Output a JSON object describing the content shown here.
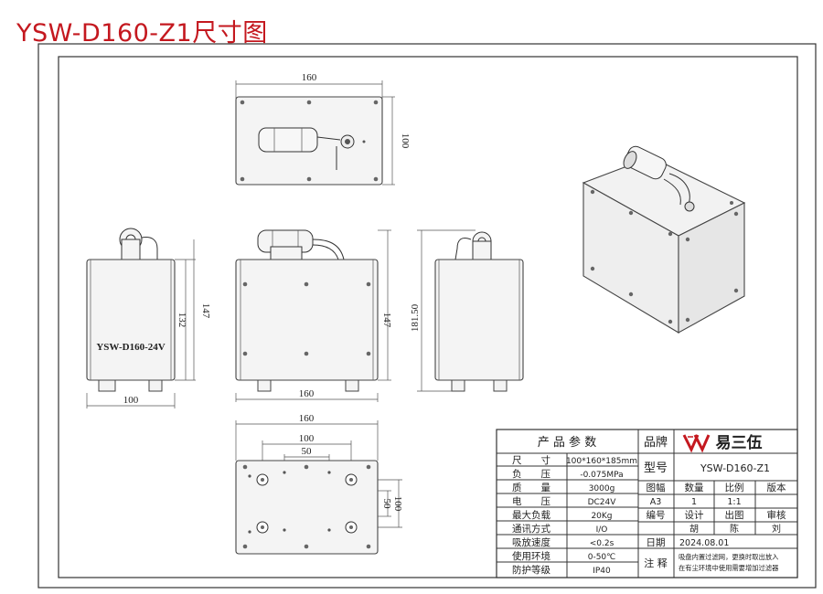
{
  "title": "YSW-D160-Z1尺寸图",
  "dimensions": {
    "top_width": "160",
    "top_height": "100",
    "side_label": "YSW-D160-24V",
    "side_height_132": "132",
    "side_height_147": "147",
    "side_width": "100",
    "front_height": "147",
    "front_width": "160",
    "right_height": "181.50",
    "bottom_width_160": "160",
    "bottom_width_100": "100",
    "bottom_width_50": "50",
    "bottom_height_100": "100",
    "bottom_height_50": "50"
  },
  "title_block": {
    "spec_header": "产 品 参 数",
    "specs": [
      {
        "label": "尺　　寸",
        "value": "100*160*185mm"
      },
      {
        "label": "负　　压",
        "value": "-0.075MPa"
      },
      {
        "label": "质　　量",
        "value": "3000g"
      },
      {
        "label": "电　　压",
        "value": "DC24V"
      },
      {
        "label": "最大负载",
        "value": "20Kg"
      },
      {
        "label": "通讯方式",
        "value": "I/O"
      },
      {
        "label": "吸放速度",
        "value": "<0.2s"
      },
      {
        "label": "使用环境",
        "value": "0-50℃"
      },
      {
        "label": "防护等级",
        "value": "IP40"
      }
    ],
    "brand_label": "品牌",
    "brand_name": "易三伍",
    "model_label": "型号",
    "model_value": "YSW-D160-Z1",
    "grid_header": [
      "图幅",
      "数量",
      "比例",
      "版本"
    ],
    "grid_values": [
      "A3",
      "1",
      "1:1",
      ""
    ],
    "role_header": [
      "编号",
      "设计",
      "出图",
      "审核"
    ],
    "role_values": [
      "",
      "胡",
      "陈",
      "刘"
    ],
    "date_label": "日期",
    "date_value": "2024.08.01",
    "note_label": "注 释",
    "note_line1": "吸盘内置过滤网，更换时取出放入",
    "note_line2": "在有尘环境中使用需要增加过滤器"
  }
}
